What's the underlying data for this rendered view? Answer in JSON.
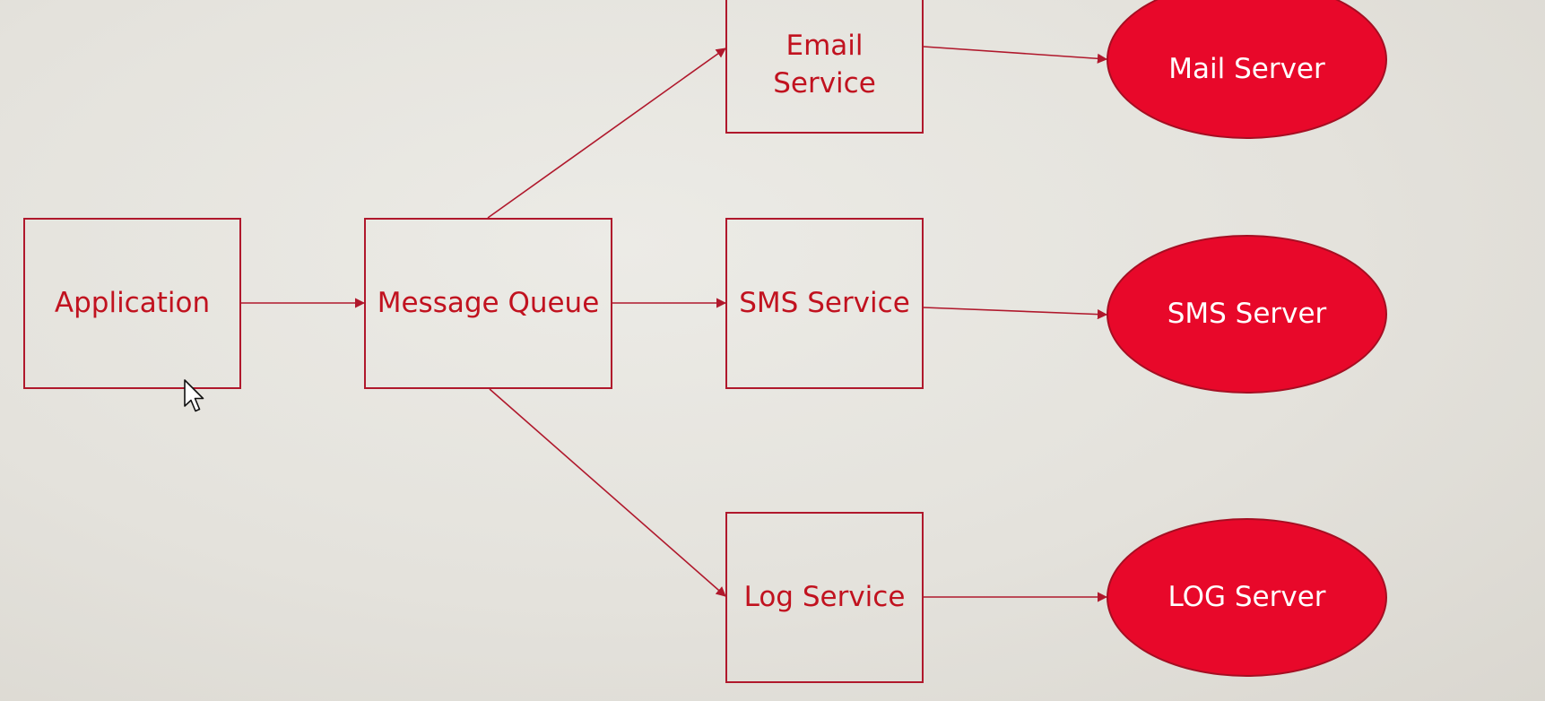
{
  "colors": {
    "stroke": "#b0182c",
    "label": "#c1121f",
    "server_fill": "#e8082a",
    "server_label": "#ffffff"
  },
  "diagram": {
    "nodes": [
      {
        "id": "application",
        "label": "Application",
        "shape": "rectangle"
      },
      {
        "id": "message-queue",
        "label": "Message Queue",
        "shape": "rectangle"
      },
      {
        "id": "email-service",
        "label": "Email\nService",
        "shape": "rectangle"
      },
      {
        "id": "sms-service",
        "label": "SMS Service",
        "shape": "rectangle"
      },
      {
        "id": "log-service",
        "label": "Log Service",
        "shape": "rectangle"
      },
      {
        "id": "mail-server",
        "label": "Mail Server",
        "shape": "ellipse"
      },
      {
        "id": "sms-server",
        "label": "SMS Server",
        "shape": "ellipse"
      },
      {
        "id": "log-server",
        "label": "LOG Server",
        "shape": "ellipse"
      }
    ],
    "edges": [
      {
        "from": "application",
        "to": "message-queue"
      },
      {
        "from": "message-queue",
        "to": "email-service"
      },
      {
        "from": "message-queue",
        "to": "sms-service"
      },
      {
        "from": "message-queue",
        "to": "log-service"
      },
      {
        "from": "email-service",
        "to": "mail-server"
      },
      {
        "from": "sms-service",
        "to": "sms-server"
      },
      {
        "from": "log-service",
        "to": "log-server"
      }
    ]
  },
  "cursor": {
    "icon": "arrow-pointer-icon"
  }
}
